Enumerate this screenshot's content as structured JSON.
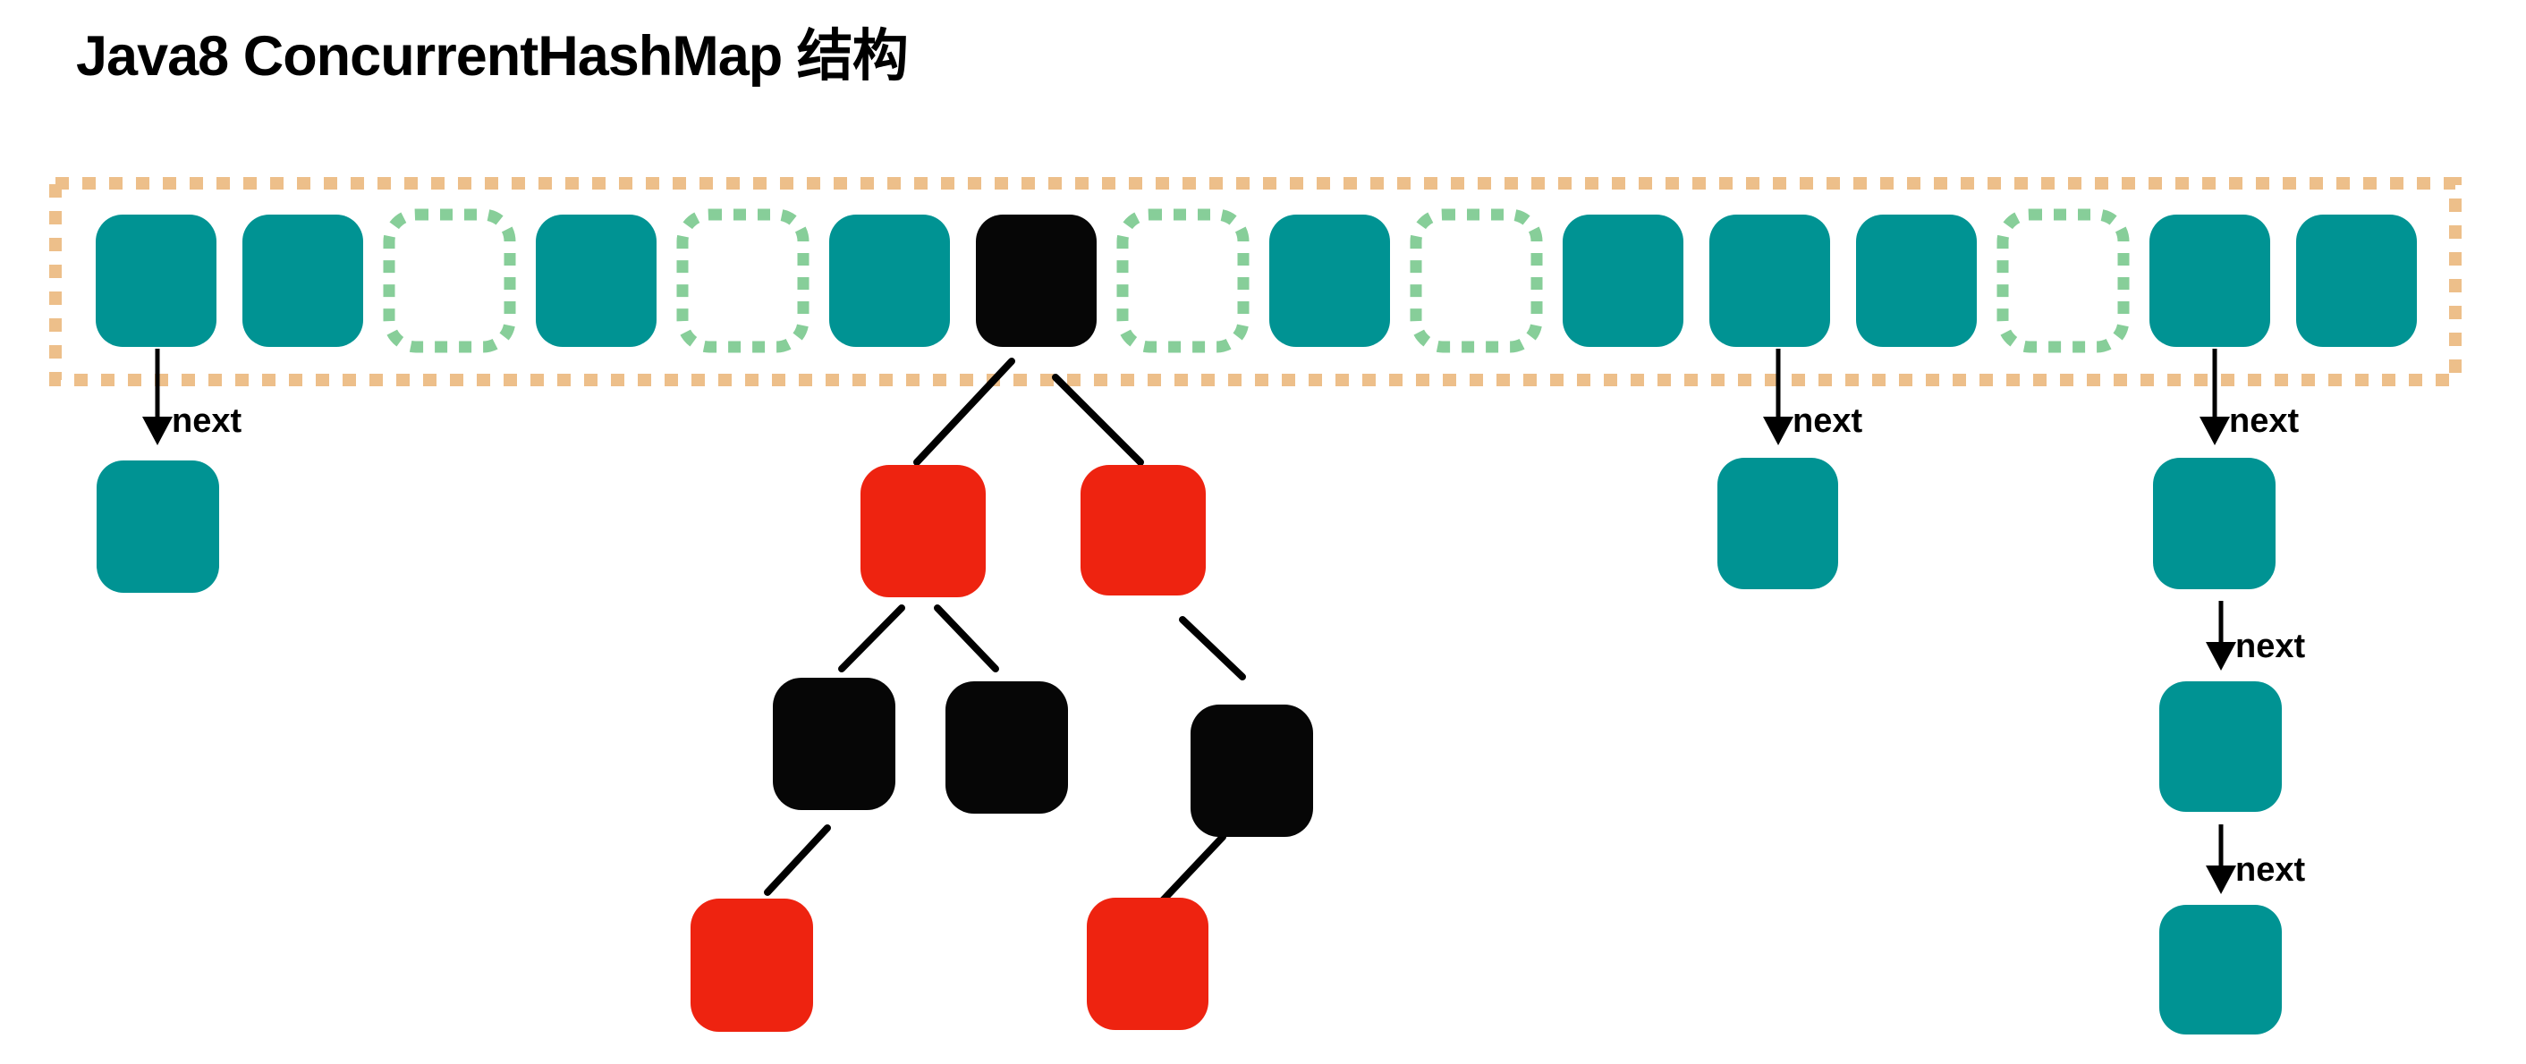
{
  "title": "Java8 ConcurrentHashMap 结构",
  "labels": {
    "next": "next"
  },
  "colors": {
    "background": "#ffffff",
    "text": "#000000",
    "node_filled": "#009393",
    "node_empty_border": "#87ce99",
    "array_border": "#edbf8a",
    "tree_red": "#ee2310",
    "tree_black": "#060606",
    "edge": "#000000"
  },
  "array": {
    "bucket_count": 16,
    "cells": [
      {
        "index": 0,
        "state": "filled"
      },
      {
        "index": 1,
        "state": "filled"
      },
      {
        "index": 2,
        "state": "empty"
      },
      {
        "index": 3,
        "state": "filled"
      },
      {
        "index": 4,
        "state": "empty"
      },
      {
        "index": 5,
        "state": "filled"
      },
      {
        "index": 6,
        "state": "tree-root"
      },
      {
        "index": 7,
        "state": "empty"
      },
      {
        "index": 8,
        "state": "filled"
      },
      {
        "index": 9,
        "state": "empty"
      },
      {
        "index": 10,
        "state": "filled"
      },
      {
        "index": 11,
        "state": "filled"
      },
      {
        "index": 12,
        "state": "filled"
      },
      {
        "index": 13,
        "state": "empty"
      },
      {
        "index": 14,
        "state": "filled"
      },
      {
        "index": 15,
        "state": "filled"
      }
    ]
  },
  "linked_lists": [
    {
      "bucket_index": 0,
      "node_count": 1,
      "arrow_label": "next"
    },
    {
      "bucket_index": 11,
      "node_count": 1,
      "arrow_label": "next"
    },
    {
      "bucket_index": 14,
      "node_count": 3,
      "arrow_label": "next"
    }
  ],
  "red_black_tree": {
    "root_bucket_index": 6,
    "root_color": "black",
    "nodes": [
      {
        "id": "L",
        "color": "red",
        "parent": "root",
        "side": "left"
      },
      {
        "id": "R",
        "color": "red",
        "parent": "root",
        "side": "right"
      },
      {
        "id": "LL",
        "color": "black",
        "parent": "L",
        "side": "left"
      },
      {
        "id": "LR",
        "color": "black",
        "parent": "L",
        "side": "right"
      },
      {
        "id": "RR",
        "color": "black",
        "parent": "R",
        "side": "right"
      },
      {
        "id": "LLL",
        "color": "red",
        "parent": "LL",
        "side": "left"
      },
      {
        "id": "RRL",
        "color": "red",
        "parent": "RR",
        "side": "left"
      }
    ]
  }
}
